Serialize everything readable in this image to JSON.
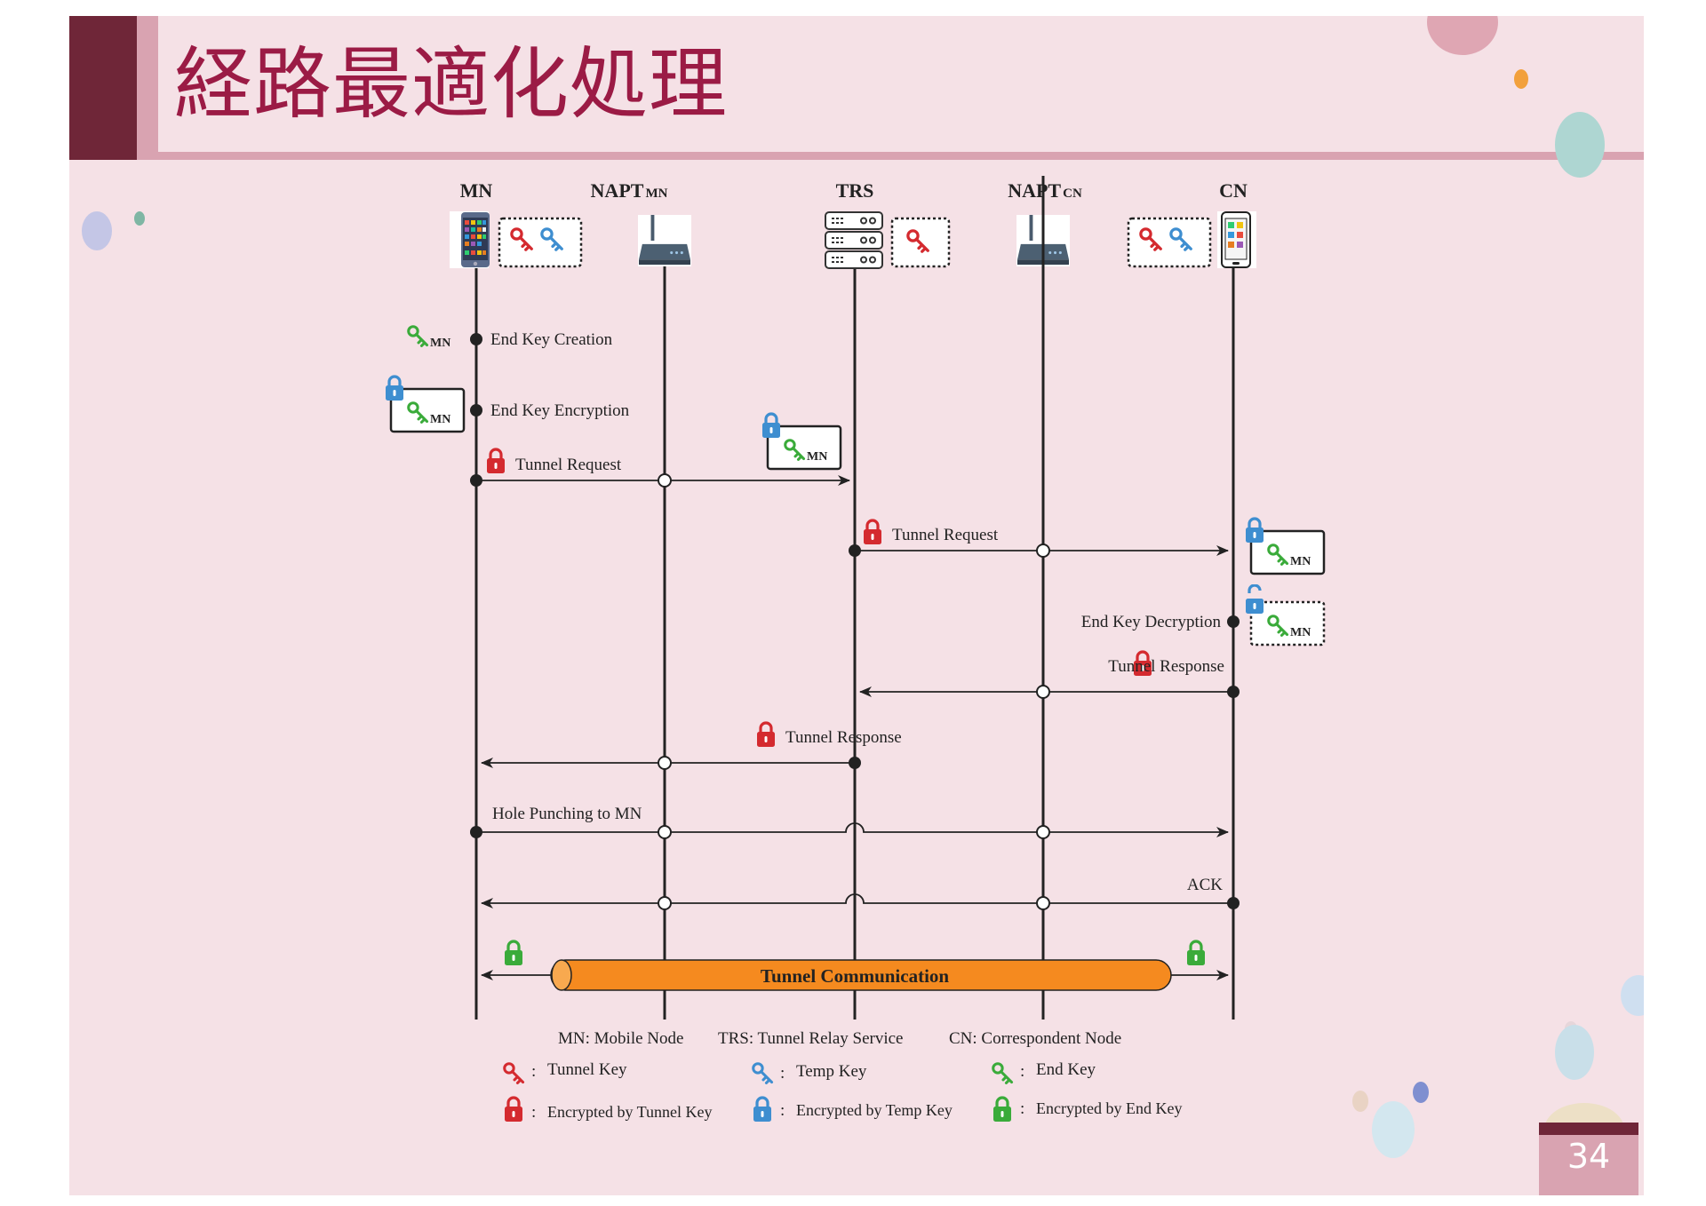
{
  "slide": {
    "title": "経路最適化処理",
    "page_number": "34"
  },
  "nodes": [
    {
      "id": "mn",
      "label": "MN",
      "sub": ""
    },
    {
      "id": "napt-mn",
      "label": "NAPT",
      "sub": "MN"
    },
    {
      "id": "trs",
      "label": "TRS",
      "sub": ""
    },
    {
      "id": "napt-cn",
      "label": "NAPT",
      "sub": "CN"
    },
    {
      "id": "cn",
      "label": "CN",
      "sub": ""
    }
  ],
  "key_tag": "MN",
  "messages": {
    "end_key_creation": "End Key Creation",
    "end_key_encryption": "End Key Encryption",
    "tunnel_request_1": "Tunnel Request",
    "tunnel_request_2": "Tunnel Request",
    "end_key_decryption": "End Key Decryption",
    "tunnel_response_1": "Tunnel Response",
    "tunnel_response_2": "Tunnel Response",
    "hole_punching": "Hole Punching to MN",
    "ack": "ACK",
    "tunnel_communication": "Tunnel Communication"
  },
  "legend": {
    "abbreviations": [
      "MN: Mobile Node",
      "TRS: Tunnel Relay Service",
      "CN: Correspondent Node"
    ],
    "separator": ":",
    "tunnel_key": "Tunnel Key",
    "temp_key": "Temp Key",
    "end_key": "End Key",
    "enc_tunnel": "Encrypted by Tunnel Key",
    "enc_temp": "Encrypted by Temp Key",
    "enc_end": "Encrypted by End Key"
  },
  "colors": {
    "title": "#9b1b45",
    "tunnel_key": "#d42a2f",
    "temp_key": "#3e8ed0",
    "end_key": "#3aab3a",
    "tunnel_pipe": "#f58a1f",
    "line": "#222222"
  },
  "icons": {
    "tunnel_key": "key-icon",
    "temp_key": "key-icon",
    "end_key": "key-icon",
    "lock": "padlock-icon",
    "unlocked": "open-padlock-icon",
    "phone": "smartphone-icon",
    "router": "router-icon",
    "server": "server-icon"
  }
}
